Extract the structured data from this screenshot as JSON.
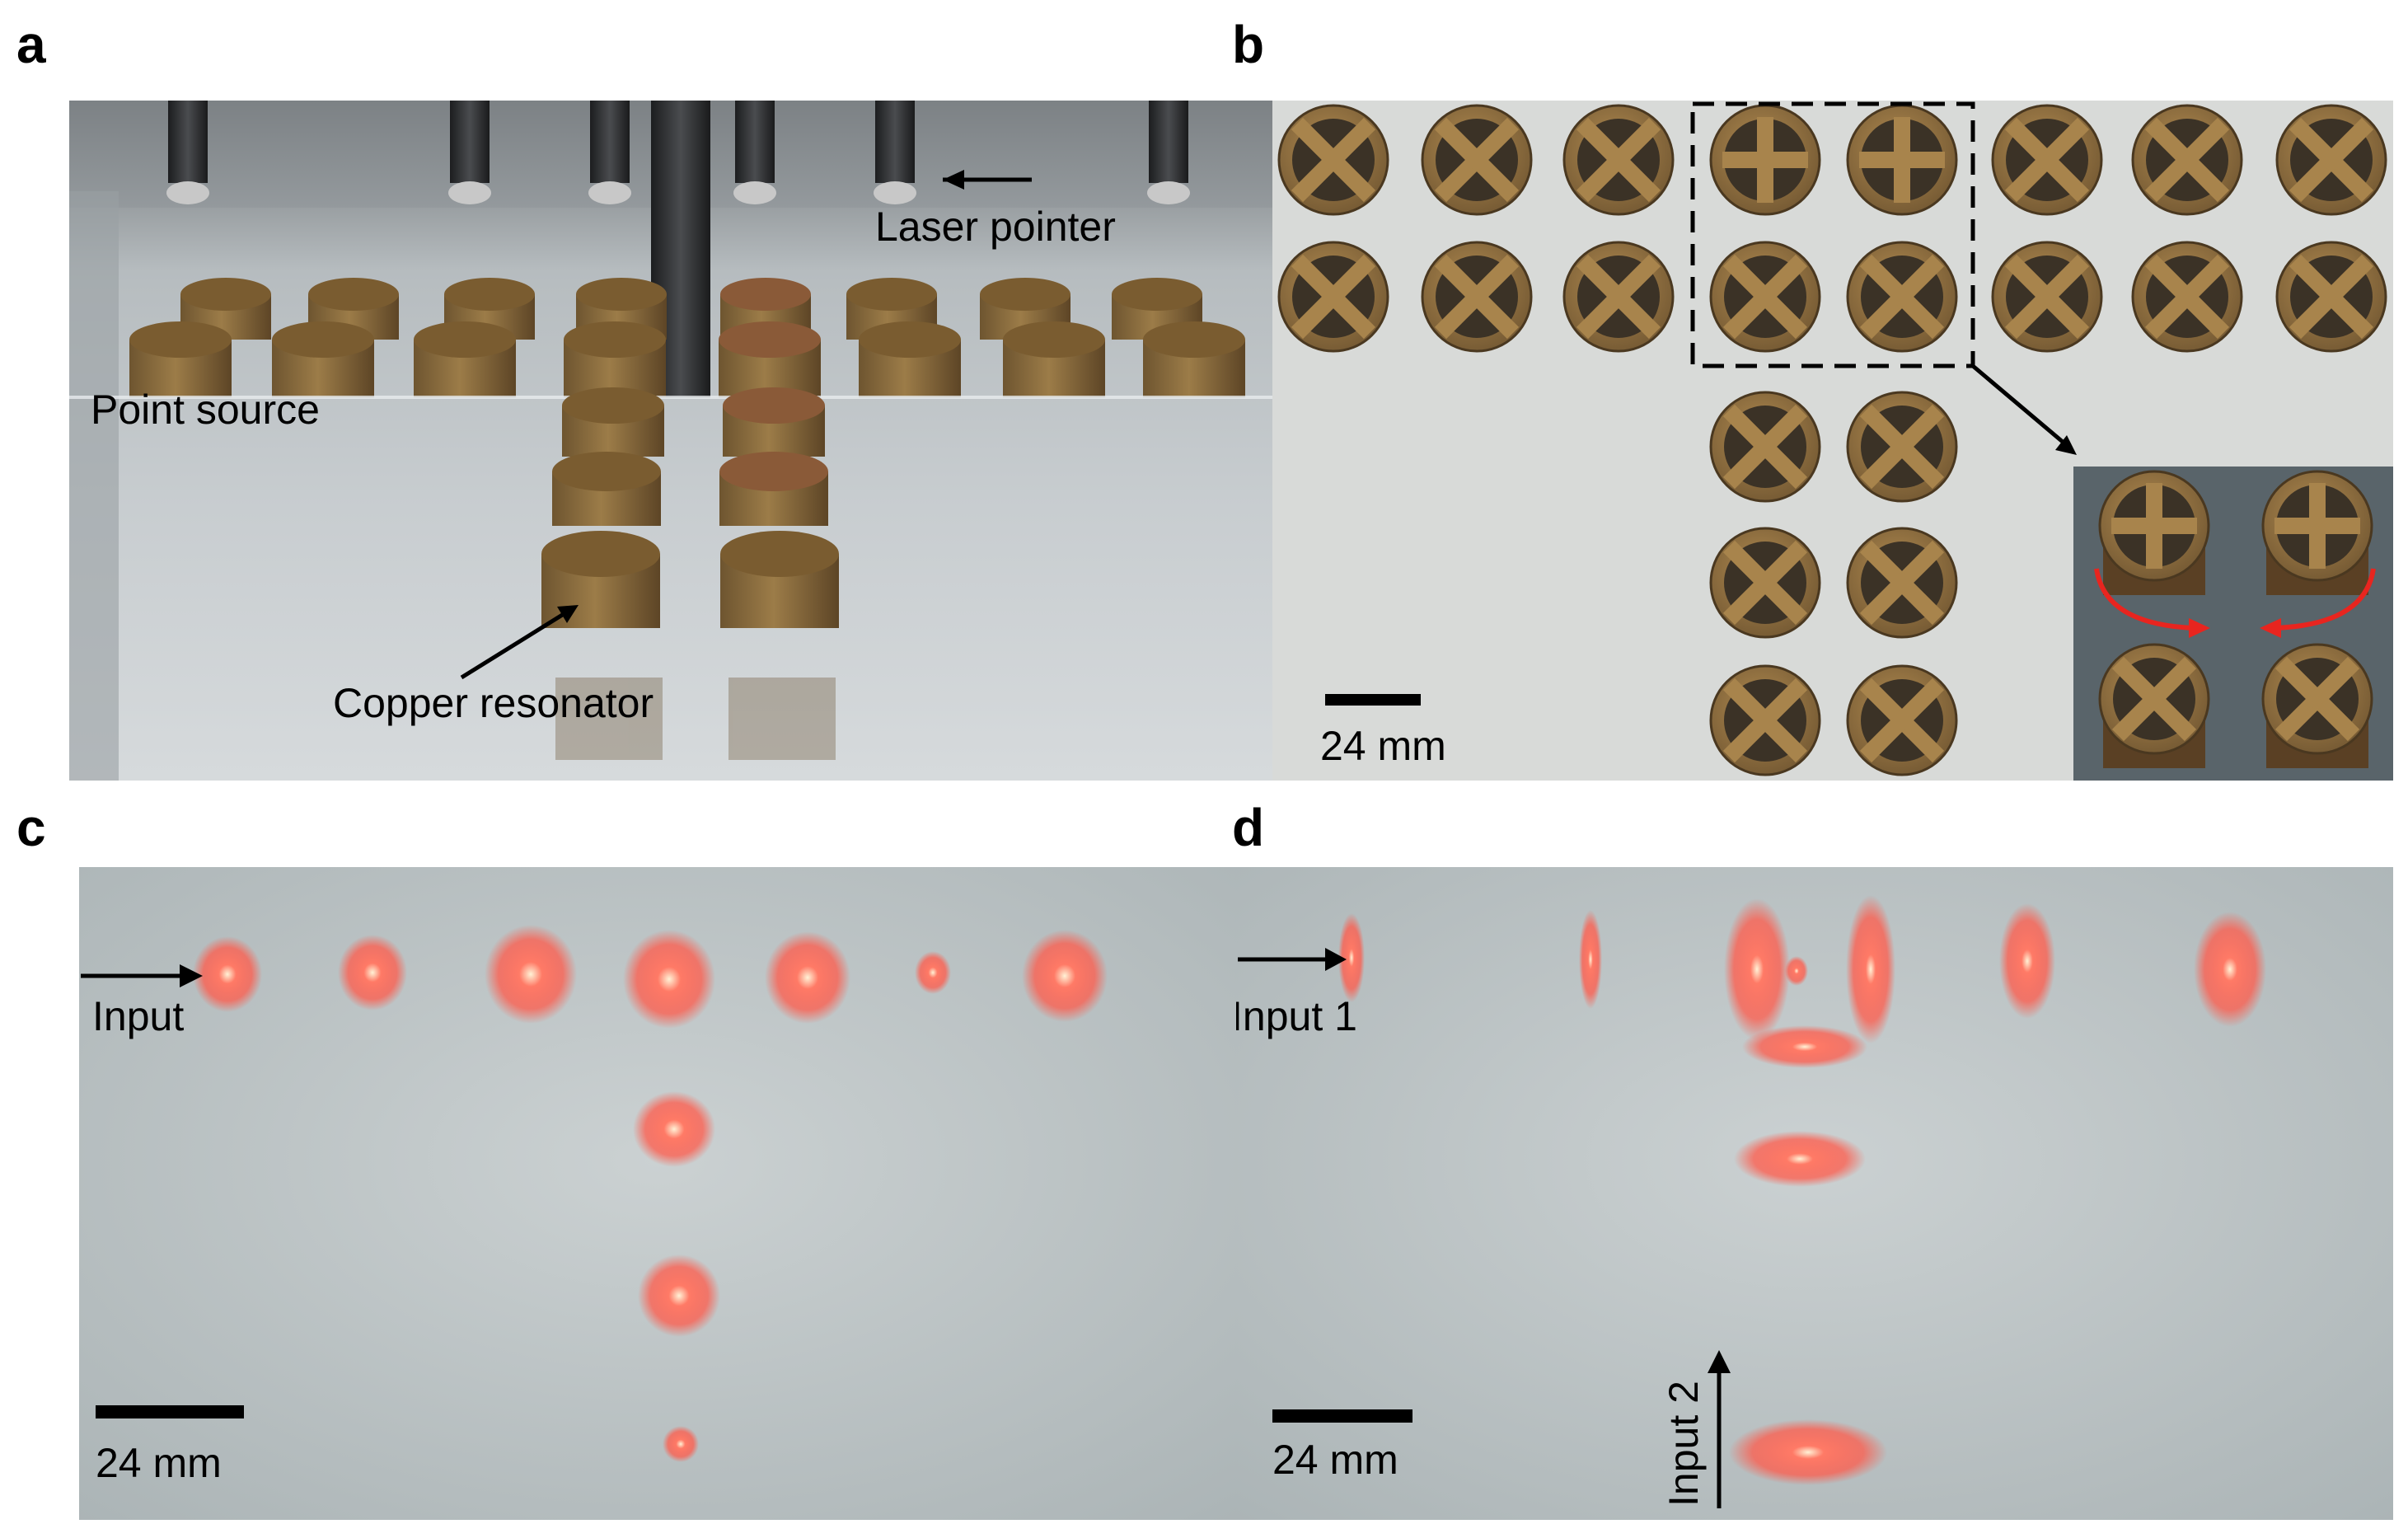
{
  "panel_labels": {
    "a": "a",
    "b": "b",
    "c": "c",
    "d": "d"
  },
  "panel_a": {
    "label_laser": "Laser pointer",
    "label_point_source": "Point source",
    "label_copper": "Copper resonator"
  },
  "panel_b": {
    "scale_bar": "24 mm"
  },
  "panel_c": {
    "label_input": "Input",
    "scale_bar": "24 mm"
  },
  "panel_d": {
    "label_input1": "Input 1",
    "label_input2": "Input 2",
    "scale_bar": "24 mm"
  },
  "colors": {
    "copper": "#8a6a3a",
    "copper_dark": "#5a4024",
    "laser": "#ff5a4a",
    "arrow_red": "#e8251f",
    "bg_glass": "#c9cfd1",
    "bg_plate": "#dcdedc"
  }
}
